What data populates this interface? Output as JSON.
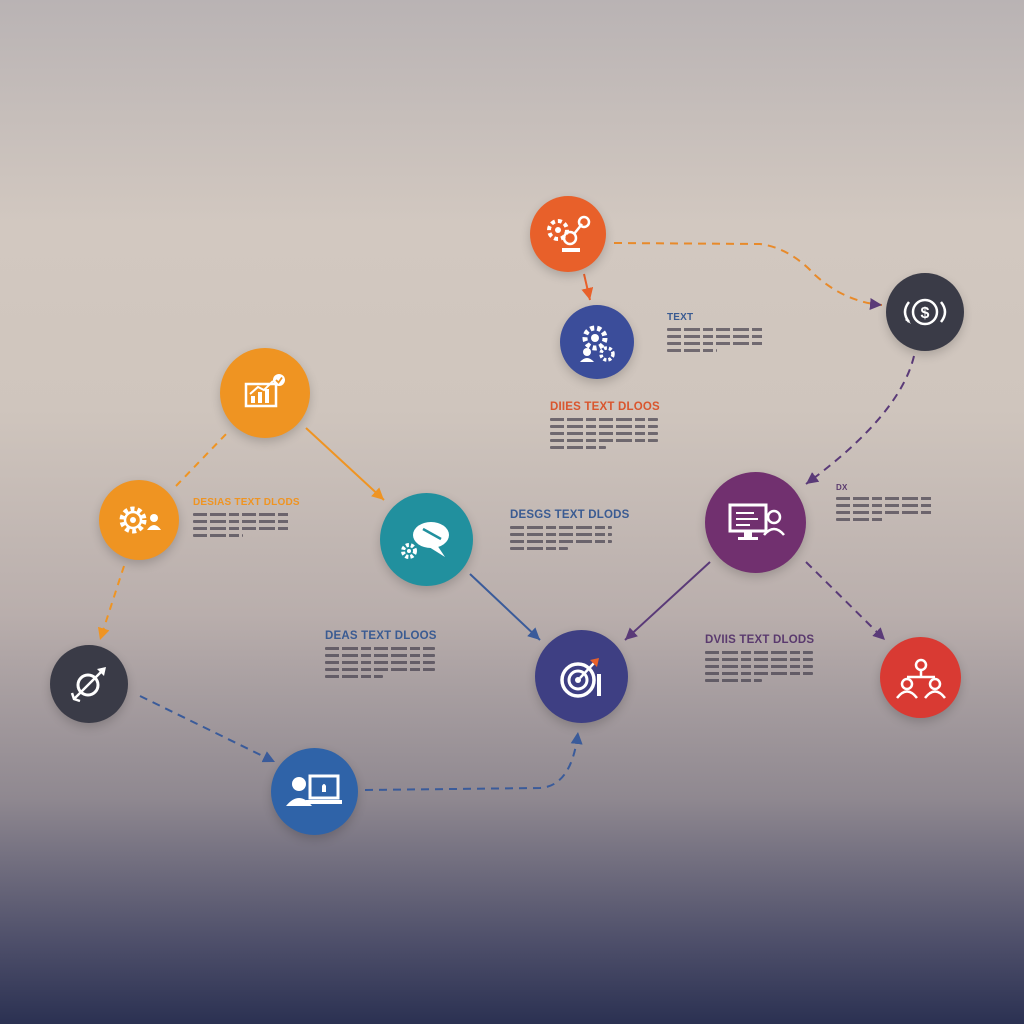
{
  "colors": {
    "orange": "#ef9422",
    "red_orange": "#e8602a",
    "teal": "#21909e",
    "indigo": "#3b4d9a",
    "navy": "#3e3f83",
    "blue": "#2f63a8",
    "charcoal": "#3a3b47",
    "purple": "#71306f",
    "red": "#d93a33",
    "heading_orange": "#ef9422",
    "heading_red": "#d9562e",
    "heading_blue": "#3a5b92",
    "heading_purple": "#5a3a6e",
    "body_text": "#4b4654"
  },
  "nodes": [
    {
      "id": "analytics",
      "icon": "chart-growth-icon",
      "color": "orange"
    },
    {
      "id": "settings-user",
      "icon": "gear-user-icon",
      "color": "orange"
    },
    {
      "id": "target-arrow",
      "icon": "target-arrow-icon",
      "color": "charcoal"
    },
    {
      "id": "chat",
      "icon": "chat-gear-icon",
      "color": "teal"
    },
    {
      "id": "gear-idea",
      "icon": "gear-idea-icon",
      "color": "red_orange"
    },
    {
      "id": "gear-team",
      "icon": "gear-person-icon",
      "color": "indigo"
    },
    {
      "id": "money",
      "icon": "money-exchange-icon",
      "color": "charcoal"
    },
    {
      "id": "monitor-person",
      "icon": "monitor-person-icon",
      "color": "purple"
    },
    {
      "id": "goal",
      "icon": "goal-target-icon",
      "color": "navy"
    },
    {
      "id": "presenter",
      "icon": "presenter-laptop-icon",
      "color": "blue"
    },
    {
      "id": "network",
      "icon": "team-network-icon",
      "color": "red"
    }
  ],
  "blocks": [
    {
      "id": "block-orange",
      "heading": "DESIAS TEXT DLODS",
      "color": "heading_orange",
      "lines": 4
    },
    {
      "id": "block-teal",
      "heading": "DESGS TEXT DLODS",
      "color": "heading_blue",
      "lines": 4
    },
    {
      "id": "block-red",
      "heading": "DIIES TEXT DLOOS",
      "color": "heading_red",
      "lines": 5
    },
    {
      "id": "block-top",
      "heading": "TEXT",
      "color": "heading_blue",
      "lines": 4
    },
    {
      "id": "block-blue",
      "heading": "DEAS TEXT DLOOS",
      "color": "heading_blue",
      "lines": 5
    },
    {
      "id": "block-purple",
      "heading": "DVIIS TEXT DLODS",
      "color": "heading_purple",
      "lines": 5
    },
    {
      "id": "block-right",
      "heading": "DX",
      "color": "heading_purple",
      "lines": 4
    }
  ]
}
